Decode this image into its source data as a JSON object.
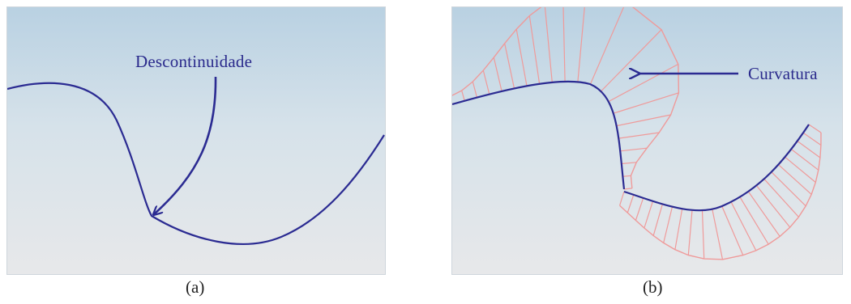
{
  "panel_a": {
    "caption": "(a)",
    "annotation": "Descontinuidade"
  },
  "panel_b": {
    "caption": "(b)",
    "annotation": "Curvatura"
  },
  "colors": {
    "curve": "#2b2b92",
    "curvature_comb": "#ef9a9a",
    "background_top": "#b9d1e2",
    "background_bottom": "#e7e8ea"
  }
}
